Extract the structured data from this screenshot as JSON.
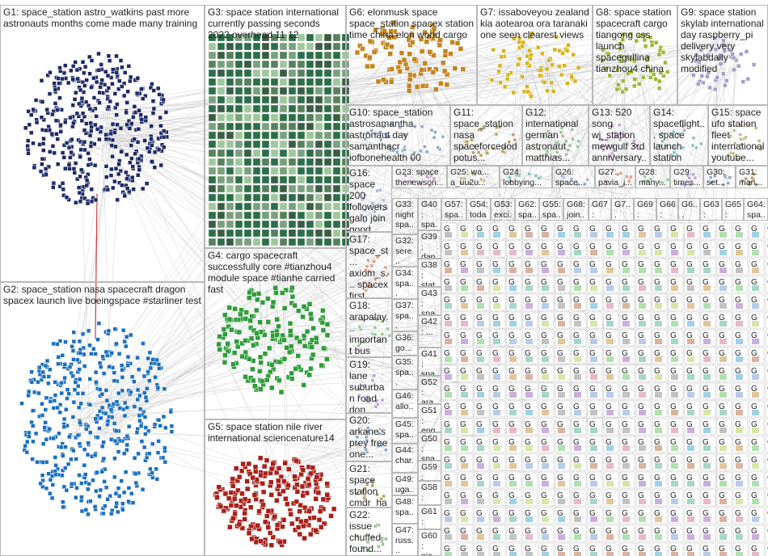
{
  "groups": [
    {
      "id": "G1",
      "text": "G1: space_station astro_watkins past more astronauts months come made many training"
    },
    {
      "id": "G2",
      "text": "G2: space_station nasa spacecraft dragon spacex launch live boeingspace #starliner test"
    },
    {
      "id": "G3",
      "text": "G3: space station international currently passing seconds 2022 overhead 11 12"
    },
    {
      "id": "G4",
      "text": "G4: cargo spacecraft successfully core #tianzhou4 module space #tianhe carried fast"
    },
    {
      "id": "G5",
      "text": "G5: space station nile river international sciencenature14"
    },
    {
      "id": "G6",
      "text": "G6: elonmusk space space_station spacex station time china elon world cargo"
    },
    {
      "id": "G7",
      "text": "G7: issaboveyou zealand kia aotearoa ora taranaki one seen clearest views"
    },
    {
      "id": "G8",
      "text": "G8: space station spacecraft cargo tiangong css launch spacegirllina tianzhou4 china"
    },
    {
      "id": "G9",
      "text": "G9: space station skylab international day raspberry_pi delivery very skylabdaily modified"
    },
    {
      "id": "G10",
      "text": "G10: space_station astrosamantha astronaut day samanthacr iofbonehealth 00 hours come cristoforetti"
    },
    {
      "id": "G11",
      "text": "G11: space_station nasa spaceforcedod potus..."
    },
    {
      "id": "G12",
      "text": "G12: international german astronaut matthias..."
    },
    {
      "id": "G13",
      "text": "G13: 520 song wj_station mewgulf 3rd anniversary..."
    },
    {
      "id": "G14",
      "text": "G14: spaceflight... space launch station resupply..."
    },
    {
      "id": "G15",
      "text": "G15: space ufo station fleet international youtube..."
    },
    {
      "id": "G16",
      "text": "G16: space 200 followers gain join good station..."
    },
    {
      "id": "G17",
      "text": "G17: space_st... axiom_s... spacex first..."
    },
    {
      "id": "G18",
      "text": "G18: arapalay... important bus station..."
    },
    {
      "id": "G19",
      "text": "G19: lane suburban road don need..."
    },
    {
      "id": "G20",
      "text": "G20: arkane's prey free one..."
    },
    {
      "id": "G21",
      "text": "G21: space station cmdr_ha..."
    },
    {
      "id": "G22",
      "text": "G22: issue chuffed found..."
    },
    {
      "id": "G23",
      "text": "G23: space thenewson..."
    },
    {
      "id": "G24",
      "text": "G24: lobbying..."
    },
    {
      "id": "G25",
      "text": "G25: wa... a_uu2u..."
    },
    {
      "id": "G26",
      "text": "G26: space..."
    },
    {
      "id": "G27",
      "text": "G27: pavia_i..."
    },
    {
      "id": "G28",
      "text": "G28: many..."
    },
    {
      "id": "G29",
      "text": "G29: times..."
    },
    {
      "id": "G30",
      "text": "G30: set..."
    },
    {
      "id": "G31",
      "text": "G31: man..."
    },
    {
      "id": "G32",
      "text": "G32: sere... men..."
    },
    {
      "id": "G33",
      "text": "G33: night spa..."
    },
    {
      "id": "G34",
      "text": "G34: spa..."
    },
    {
      "id": "G35",
      "text": "G35: spa..."
    },
    {
      "id": "G36",
      "text": "G36: go..."
    },
    {
      "id": "G37",
      "text": "G37: spa..."
    },
    {
      "id": "G38",
      "text": "G38: stat..."
    },
    {
      "id": "G39",
      "text": "G39: dan..."
    },
    {
      "id": "G40",
      "text": "G40: spa..."
    },
    {
      "id": "G41",
      "text": "G41: spa..."
    },
    {
      "id": "G42",
      "text": "G42: ..."
    },
    {
      "id": "G43",
      "text": "G43: spa..."
    },
    {
      "id": "G44",
      "text": "G44: char..."
    },
    {
      "id": "G45",
      "text": "G45: spa..."
    },
    {
      "id": "G46",
      "text": "G46: allo..."
    },
    {
      "id": "G47",
      "text": "G47: russ..."
    },
    {
      "id": "G48",
      "text": "G48: spa..."
    },
    {
      "id": "G49",
      "text": "G49: uga..."
    },
    {
      "id": "G50",
      "text": "G50: spa..."
    },
    {
      "id": "G51",
      "text": "G51: eng..."
    },
    {
      "id": "G52",
      "text": "G52: ara..."
    },
    {
      "id": "G53",
      "text": "G53: exci..."
    },
    {
      "id": "G54",
      "text": "G54: toda..."
    },
    {
      "id": "G55",
      "text": "G55: spa..."
    },
    {
      "id": "G56",
      "text": "G56: spa..."
    },
    {
      "id": "G57",
      "text": "G57: spa..."
    },
    {
      "id": "G58",
      "text": "G58: spa..."
    },
    {
      "id": "G59",
      "text": "G59: spa..."
    },
    {
      "id": "G60",
      "text": "G60: nic..."
    },
    {
      "id": "G61",
      "text": "G61: dry..."
    },
    {
      "id": "G62",
      "text": "G62: spa..."
    },
    {
      "id": "G63",
      "text": "G63: am..."
    },
    {
      "id": "G64",
      "text": "G64: spa..."
    },
    {
      "id": "G65",
      "text": "G65: spa..."
    },
    {
      "id": "G66",
      "text": "G66: spa..."
    },
    {
      "id": "G67",
      "text": "G67: sat..."
    },
    {
      "id": "G68",
      "text": "G68: join..."
    },
    {
      "id": "G69",
      "text": "G69: spa..."
    },
    {
      "id": "G70",
      "text": "G7... ufo..."
    },
    {
      "id": "G71",
      "text": "G6... spa..."
    }
  ],
  "tiny_label": "G",
  "colors": {
    "G1": "#1d2a66",
    "G2": "#1c6fbf",
    "G3": "#2c6e48",
    "G4": "#2f9c3a",
    "G5": "#a8201a",
    "G6": "#c2851f",
    "G7": "#d8b31b",
    "G8": "#9cb83a",
    "G9": "#a79ec9",
    "edge": "#9a9a9a",
    "panel_border": "#b8b8b8"
  }
}
